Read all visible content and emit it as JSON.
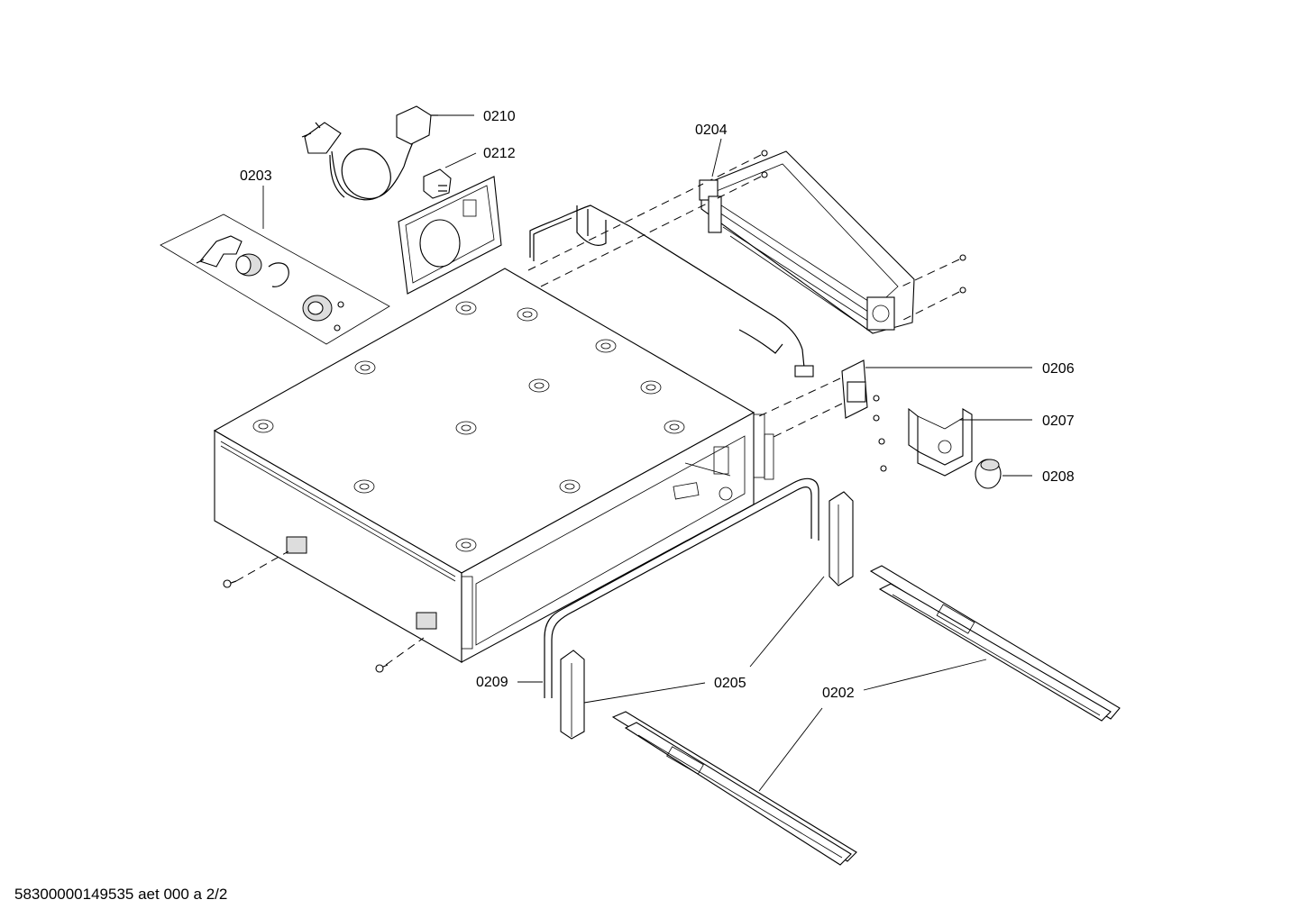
{
  "parts": [
    {
      "id": "p0210",
      "label": "0210"
    },
    {
      "id": "p0212",
      "label": "0212"
    },
    {
      "id": "p0203",
      "label": "0203"
    },
    {
      "id": "p0204",
      "label": "0204"
    },
    {
      "id": "p0206",
      "label": "0206"
    },
    {
      "id": "p0207",
      "label": "0207"
    },
    {
      "id": "p0208",
      "label": "0208"
    },
    {
      "id": "p0209",
      "label": "0209"
    },
    {
      "id": "p0205",
      "label": "0205"
    },
    {
      "id": "p0202",
      "label": "0202"
    }
  ],
  "footer": {
    "drawing_number": "58300000149535 aet 000 a 2/2"
  }
}
